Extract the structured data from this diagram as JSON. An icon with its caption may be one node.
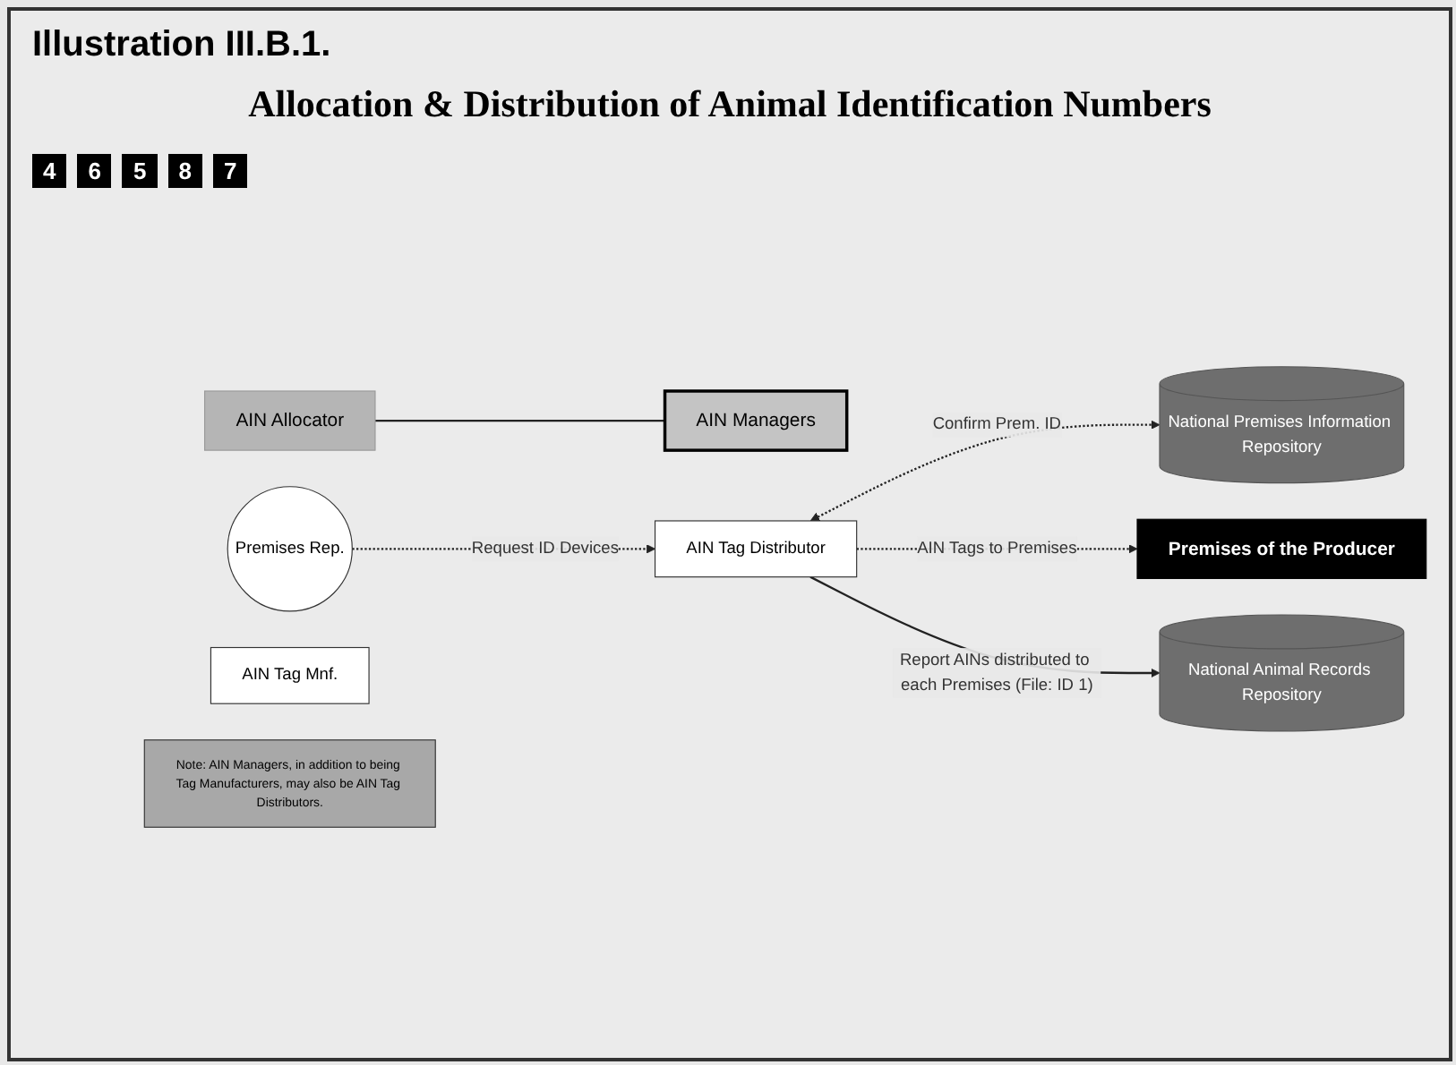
{
  "diagram": {
    "title": "Allocation & Distribution of Animal Identification Numbers",
    "nodes": [
      {
        "text": [
          "Premises of the Producer"
        ]
      },
      {
        "text": [
          "Premises Rep."
        ]
      },
      {
        "text": [
          "AIN Allocator"
        ]
      },
      {
        "text": [
          "AIN Tag Mnf."
        ]
      },
      {
        "text": [
          "AIN Managers"
        ]
      },
      {
        "text": [
          "AIN Tag Distributor"
        ]
      },
      {
        "text": [
          "National Premises Information Repository"
        ]
      },
      {
        "text": [
          "National Animal Records Repository"
        ]
      },
      {
        "text": [
          "Note: AIN Managers, in addition to being Tag Manufacturers, may also be AIN Tag Distributors."
        ]
      }
    ],
    "edges": [
      {
        "from": 2,
        "to": 4,
        "arrow": "none"
      },
      {
        "from": 1,
        "to": 5,
        "arrow": "to",
        "label": "Request ID Devices",
        "style": "dashed"
      },
      {
        "from": 5,
        "to": 6,
        "arrow": "both",
        "label": "Confirm Prem. ID",
        "style": "dashed"
      },
      {
        "from": 5,
        "to": 0,
        "arrow": "to",
        "label": "AIN Tags to Premises",
        "style": "dashed"
      },
      {
        "from": 5,
        "to": 7,
        "arrow": "to",
        "label": "Report AINs distributed to each Premises (File: ID 1)"
      }
    ],
    "labels": [
      "Illustration III.B.1.",
      "4",
      "6",
      "5",
      "8",
      "7"
    ]
  }
}
